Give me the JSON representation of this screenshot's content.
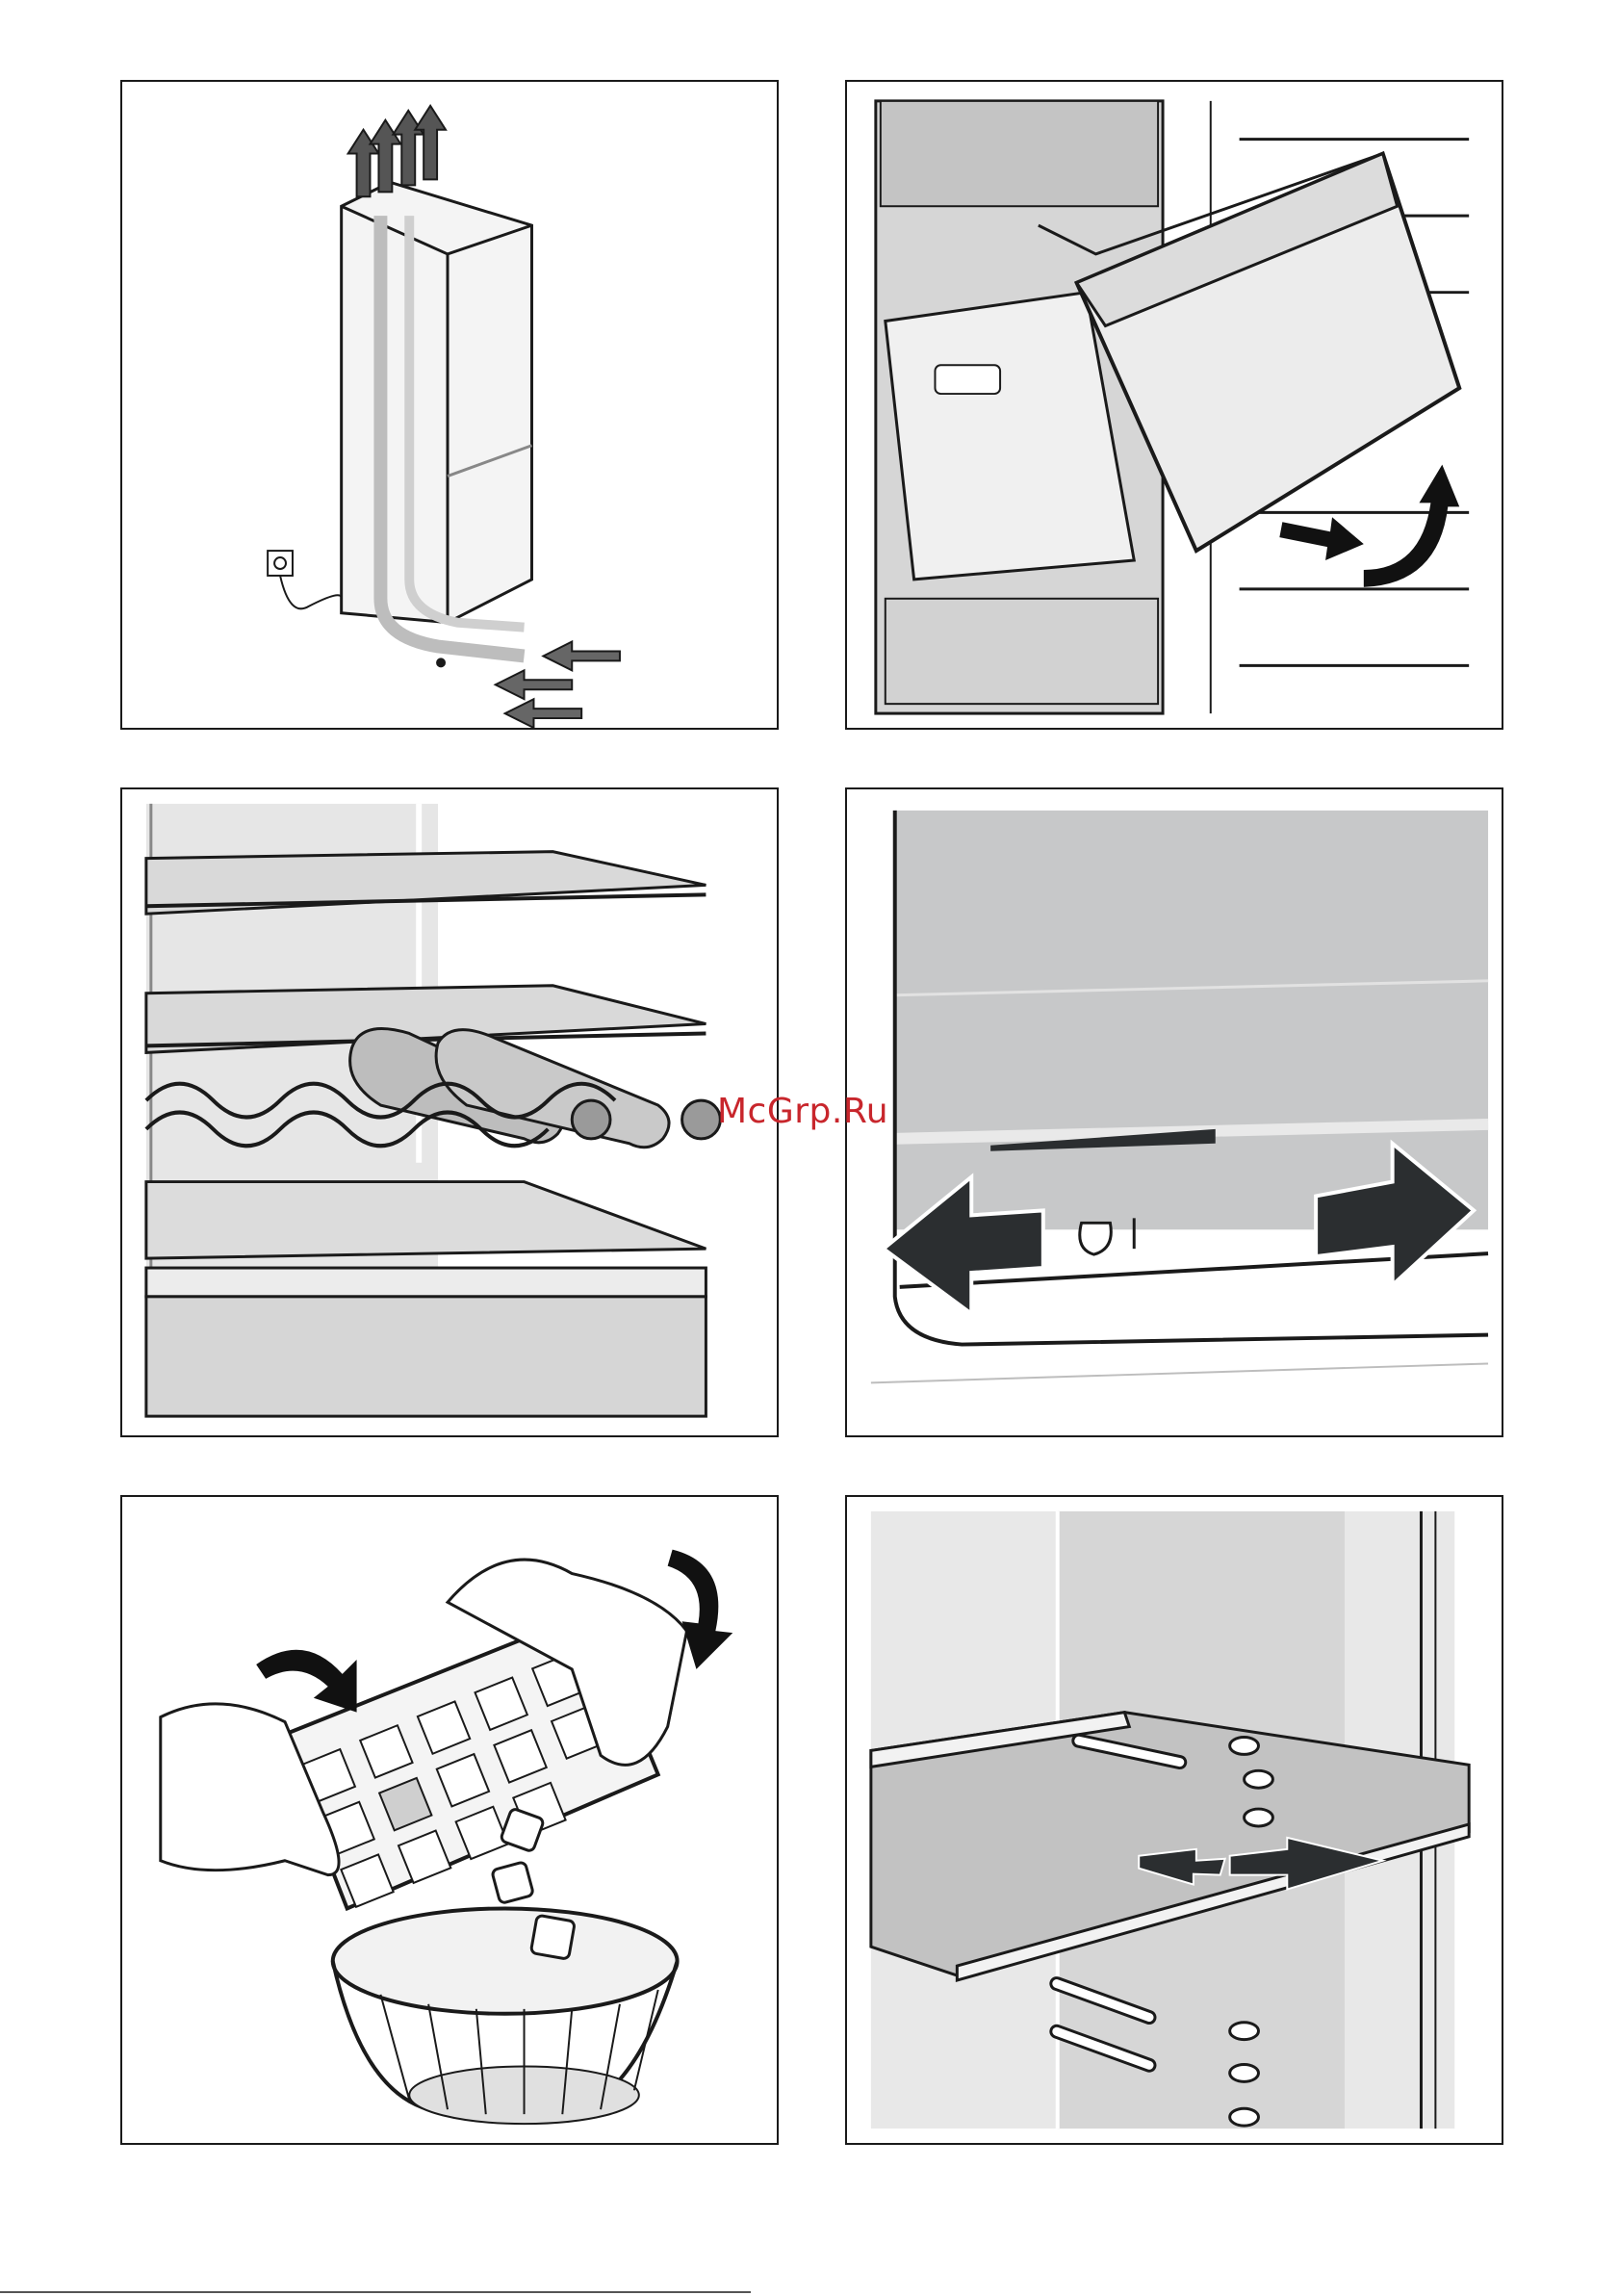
{
  "watermark": {
    "text": "McGrp.Ru",
    "color": "#c8262c"
  },
  "panels": [
    {
      "name": "ventilation-airflow-panel",
      "icon": "fridge-ventilation-illustration"
    },
    {
      "name": "freezer-drawer-removal-panel",
      "icon": "drawer-removal-illustration"
    },
    {
      "name": "wine-bottle-rack-panel",
      "icon": "bottle-rack-illustration"
    },
    {
      "name": "sliding-control-panel",
      "icon": "slide-arrows-illustration"
    },
    {
      "name": "ice-cube-tray-panel",
      "icon": "ice-tray-illustration"
    },
    {
      "name": "shelf-removal-panel",
      "icon": "shelf-removal-illustration"
    }
  ],
  "colors": {
    "frame": "#1a1a1a",
    "gray_light": "#e6e6e6",
    "gray_mid": "#c8c8c8",
    "gray_dark": "#2b2e30"
  }
}
